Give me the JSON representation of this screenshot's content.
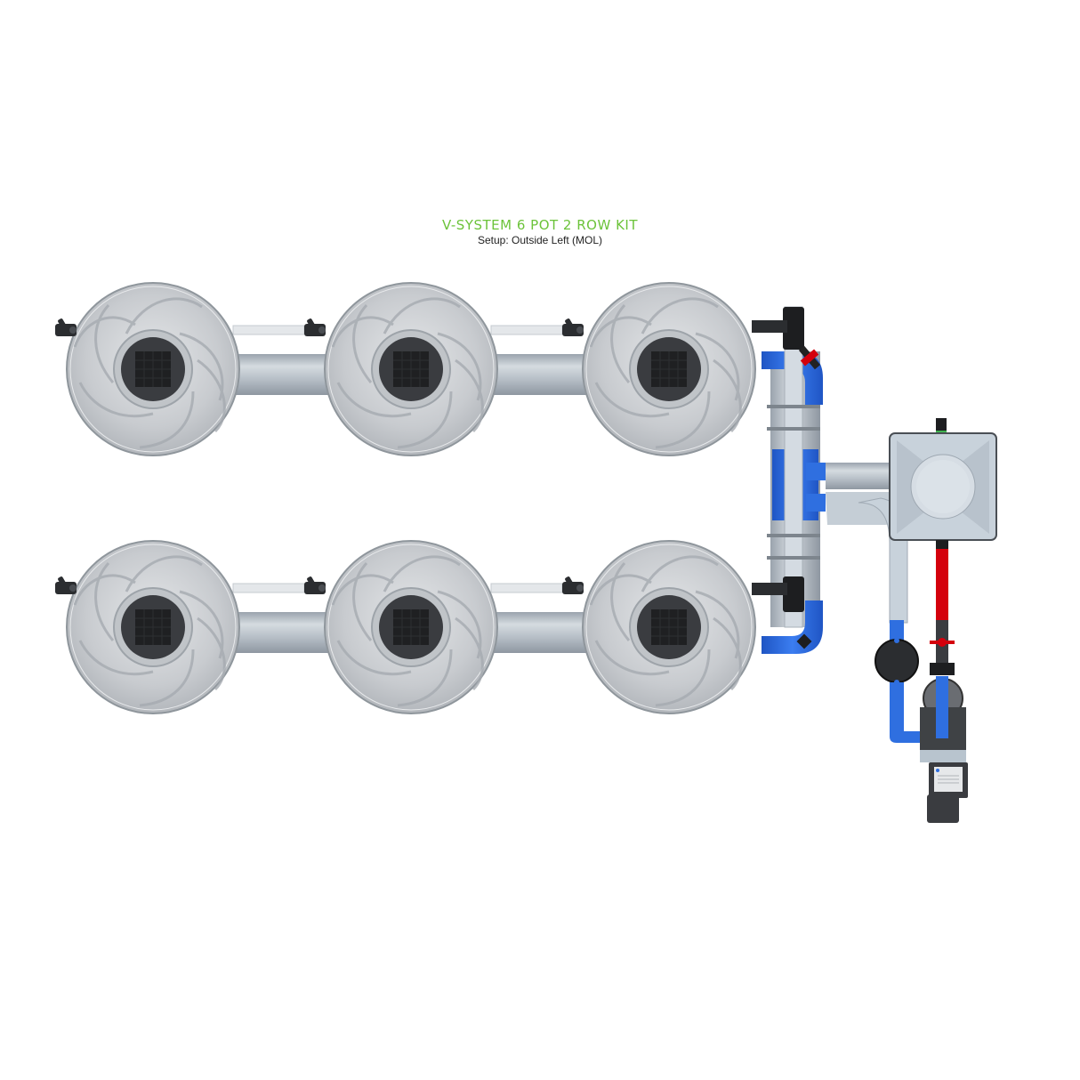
{
  "header": {
    "title": "V-SYSTEM 6 POT 2 ROW KIT",
    "subtitle": "Setup: Outside Left (MOL)"
  },
  "colors": {
    "title": "#6cc33a",
    "pot_body": "#c9ccd0",
    "pot_edge": "#8f969c",
    "pot_center": "#3a3c40",
    "pipe_flex": "#aeb6bf",
    "fitting_blue": "#2f6fe0",
    "feed_line_red": "#d4000c",
    "reservoir": "#c8d2db",
    "pump": "#3f4245"
  },
  "diagram": {
    "rows": 2,
    "pots_per_row": 3,
    "pots": [
      {
        "row": 1,
        "index": 1
      },
      {
        "row": 1,
        "index": 2
      },
      {
        "row": 1,
        "index": 3
      },
      {
        "row": 2,
        "index": 1
      },
      {
        "row": 2,
        "index": 2
      },
      {
        "row": 2,
        "index": 3
      }
    ],
    "components": [
      "pot",
      "flex-pipe",
      "drip-line",
      "blue-manifold",
      "drain-valve",
      "reservoir",
      "filter",
      "pump",
      "red-feed-line"
    ]
  }
}
